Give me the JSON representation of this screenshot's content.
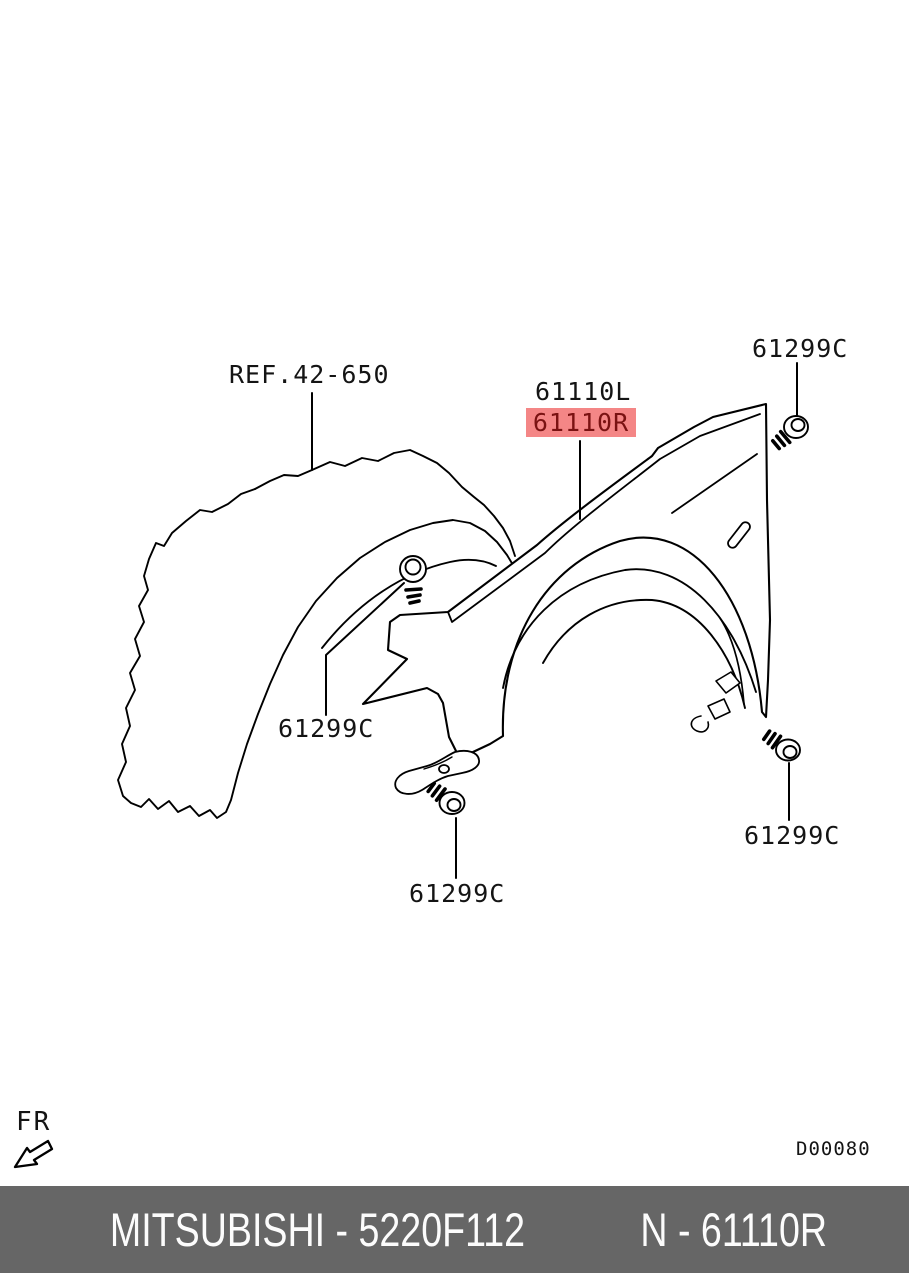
{
  "diagram": {
    "ref_label": "REF.42-650",
    "part_label_left": "61110L",
    "part_label_right": "61110R",
    "fastener_label": "61299C",
    "direction_label": "FR",
    "drawing_code": "D00080",
    "highlight_bg": "#f48686",
    "highlight_text_color": "#7a1212",
    "line_color": "#000000"
  },
  "footer": {
    "left_text": "MITSUBISHI - 5220F112",
    "right_text": "N - 61110R",
    "bg": "#666666",
    "text_color": "#fcfcfc"
  }
}
